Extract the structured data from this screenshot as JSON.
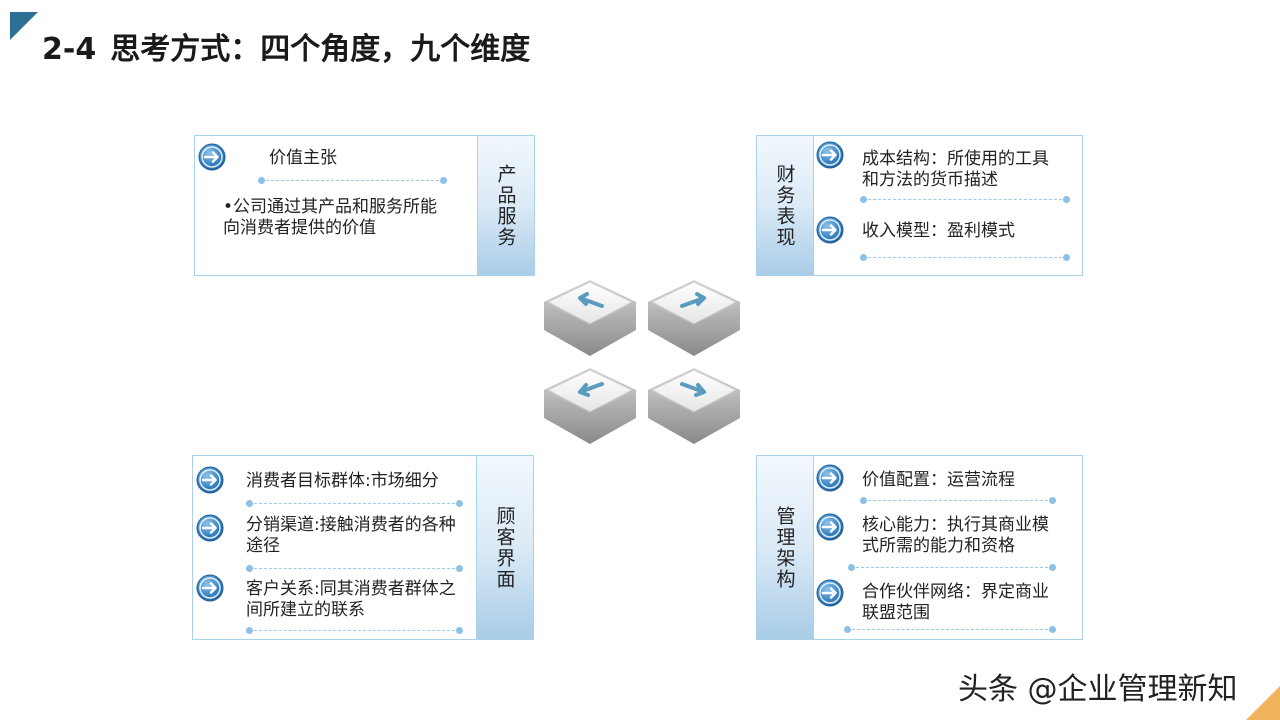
{
  "slide": {
    "title_code": "2-4",
    "title_text": "思考方式：四个角度，九个维度"
  },
  "quadrants": {
    "product": {
      "label": "产品服务",
      "heading": "价值主张",
      "bullet": "•公司通过其产品和服务所能向消费者提供的价值"
    },
    "finance": {
      "label": "财务表现",
      "items": [
        "成本结构：所使用的工具和方法的货币描述",
        "收入模型：盈利模式"
      ]
    },
    "customer": {
      "label": "顾客界面",
      "items": [
        "消费者目标群体:市场细分",
        "分销渠道:接触消费者的各种途径",
        "客户关系:同其消费者群体之间所建立的联系"
      ]
    },
    "management": {
      "label": "管理架构",
      "items": [
        "价值配置：运营流程",
        "核心能力：执行其商业模式所需的能力和资格",
        "合作伙伴网络：界定商业联盟范围"
      ]
    }
  },
  "icons": {
    "item_icon": "circle-arrow-right-icon",
    "center_icon": "keyboard-arrow-keys-icon"
  },
  "colors": {
    "accent_blue": "#2d6f95",
    "box_border": "#a9d3ea",
    "corner_orange": "#f2b15c"
  },
  "watermark": "头条 @企业管理新知"
}
